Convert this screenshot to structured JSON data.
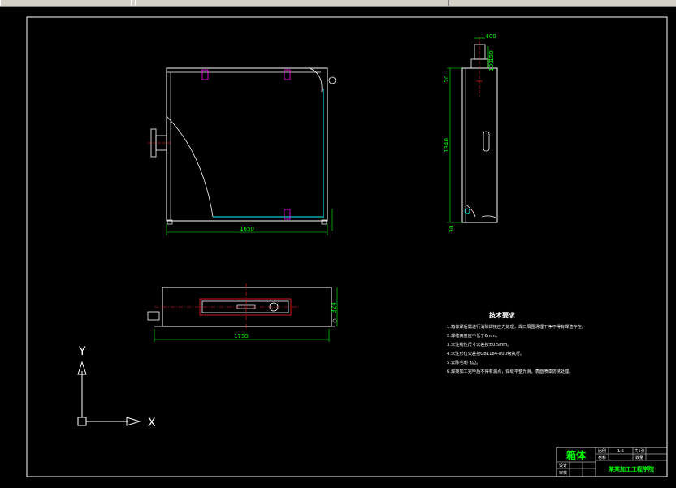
{
  "drawing": {
    "dim_front_width": "1650",
    "dim_top_width": "1755",
    "dim_top_height": "324",
    "dim_side_total": "1340",
    "dim_side_top": "20",
    "dim_side_bottom": "30",
    "dim_side_top_w": "400",
    "dim_side_a": "150",
    "dim_side_b": "100"
  },
  "notes": {
    "title": "技术要求",
    "items": [
      "1.箱体焊后需进行消除焊接应力处理，焊口周围清理干净不得有焊渣存在。",
      "2.焊缝高度应不低于6mm。",
      "3.未注线性尺寸公差按±0.5mm。",
      "4.未注形位公差按GB1184-80D级执行。",
      "5.去除毛刺飞边。",
      "6.焊接加工完毕后不得有漏点，焊缝平整光滑，表面喷漆防锈处理。"
    ]
  },
  "title_block": {
    "part_name": "箱体",
    "scale_label": "比例",
    "scale_value": "1:5",
    "sheet_label": "共1张",
    "material_label": "材料",
    "quantity_label": "数量",
    "designer_label": "设计",
    "checker_label": "审核",
    "company": "某某加工工程学院"
  },
  "axes": {
    "x": "X",
    "y": "Y"
  },
  "colors": {
    "background": "#000000",
    "geometry": "#ffffff",
    "dimension": "#00ff00",
    "center": "#ff2020",
    "cyan": "#00ffff",
    "magenta": "#ff00ff"
  }
}
